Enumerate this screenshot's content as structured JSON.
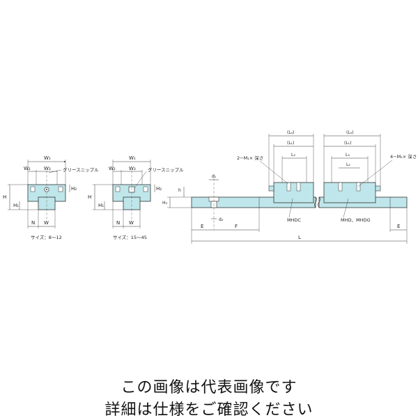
{
  "colors": {
    "block": "#bfe6ea",
    "rail": "#bfe6ea",
    "line": "#333333"
  },
  "left_view_1": {
    "label_W1": "W₁",
    "label_W2": "W₂",
    "label_W3": "W₃",
    "label_H": "H",
    "label_H1": "H₁",
    "label_H2": "H₂",
    "label_N": "N",
    "label_W": "W",
    "grease": "グリースニップル",
    "size": "サイズ：8〜12"
  },
  "left_view_2": {
    "label_W1": "W₁",
    "label_W2": "W₂",
    "label_W3": "W₃",
    "label_H": "H",
    "label_H1": "H₁",
    "label_H2": "H₂",
    "label_N": "N",
    "label_W": "W",
    "grease": "グリースニップル",
    "size": "サイズ：15〜45"
  },
  "side_view": {
    "L4_a": "(L₄)",
    "L4_b": "(L₄)",
    "L1_a": "(L₁)",
    "L1_b": "(L₁)",
    "L3": "L₃",
    "L2": "L₂",
    "tap_2": "2−M₁× 深さ",
    "tap_4": "4−M₁× 深さ",
    "d1": "d₁",
    "d2": "d₂",
    "h": "h",
    "H3": "H₃",
    "E_left": "E",
    "F": "F",
    "E_right": "E",
    "L": "L",
    "model_a": "MHDC",
    "model_b": "MHD、MHDG"
  },
  "caption": {
    "line1": "この画像は代表画像です",
    "line2": "詳細は仕様をご確認ください"
  }
}
